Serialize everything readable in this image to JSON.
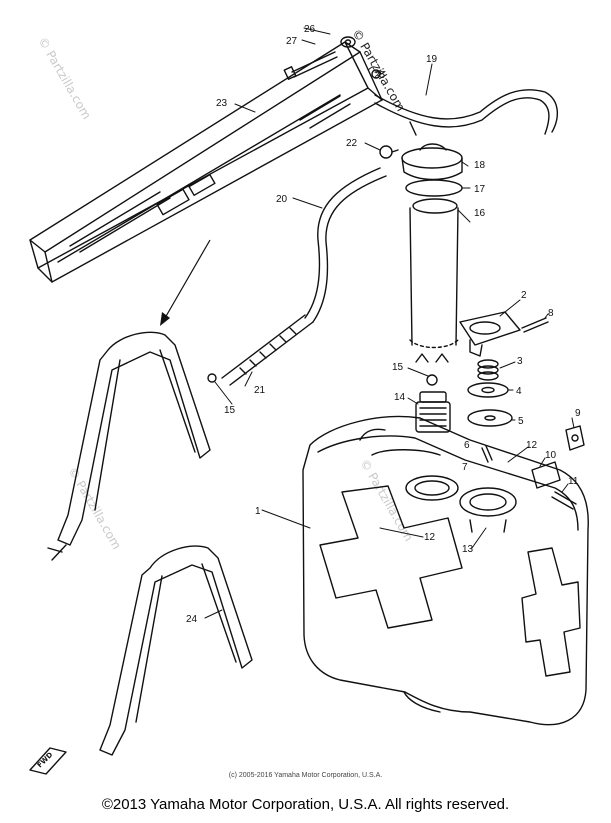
{
  "watermarks": {
    "brand": "© Partzilla.com"
  },
  "fwd_mark": "FWD",
  "callouts": {
    "n1": "1",
    "n2": "2",
    "n3": "3",
    "n4": "4",
    "n5": "5",
    "n6": "6",
    "n7": "7",
    "n8": "8",
    "n9": "9",
    "n10": "10",
    "n11": "11",
    "n12a": "12",
    "n12b": "12",
    "n13": "13",
    "n14": "14",
    "n15a": "15",
    "n15b": "15",
    "n16": "16",
    "n17": "17",
    "n18": "18",
    "n19": "19",
    "n20": "20",
    "n21": "21",
    "n22": "22",
    "n23": "23",
    "n24": "24",
    "n25": "25",
    "n26": "26",
    "n27": "27"
  },
  "footer": {
    "small_copyright": "(c) 2005-2016 Yamaha Motor Corporation, U.S.A.",
    "main_copyright": "©2013 Yamaha Motor Corporation, U.S.A. All rights reserved."
  }
}
